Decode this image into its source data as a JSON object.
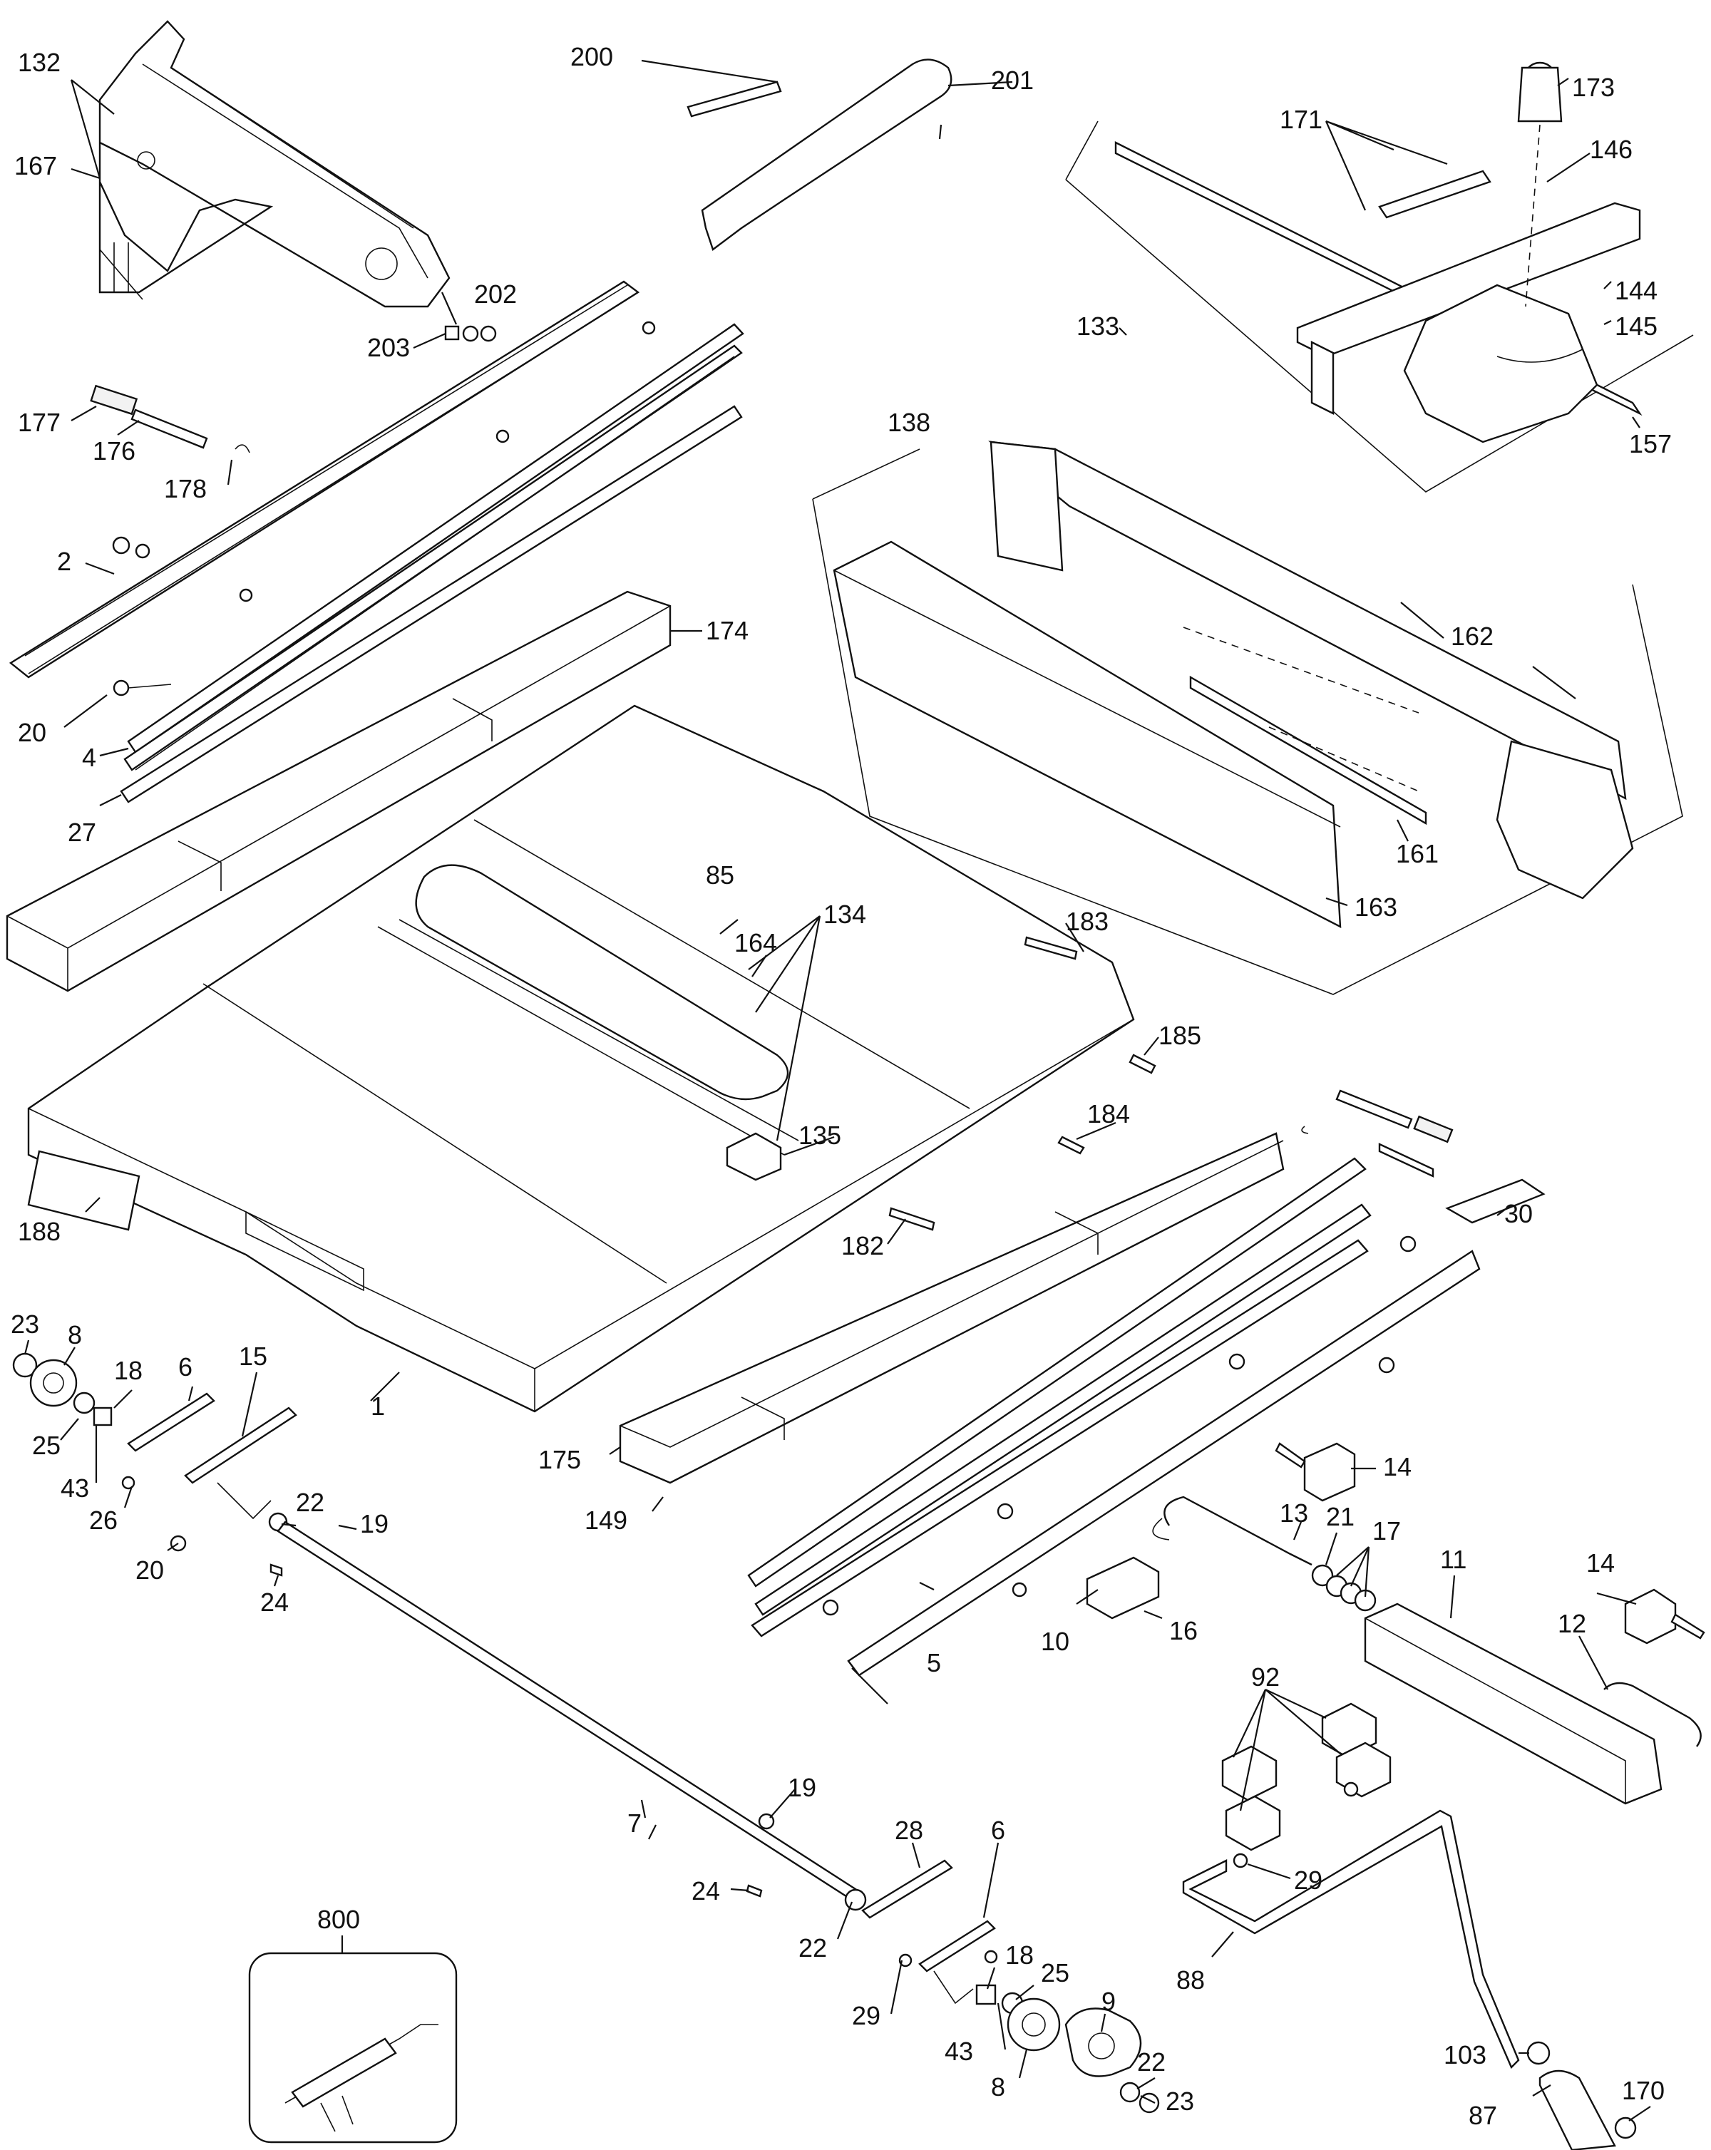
{
  "diagram": {
    "type": "exploded-parts-diagram",
    "labels": {
      "1": "1",
      "2": "2",
      "4": "4",
      "5": "5",
      "6a": "6",
      "6b": "6",
      "7": "7",
      "8a": "8",
      "8b": "8",
      "9": "9",
      "10": "10",
      "11": "11",
      "12": "12",
      "13": "13",
      "14a": "14",
      "14b": "14",
      "15": "15",
      "16": "16",
      "17": "17",
      "18a": "18",
      "18b": "18",
      "19a": "19",
      "19b": "19",
      "20a": "20",
      "20b": "20",
      "21": "21",
      "22a": "22",
      "22b": "22",
      "22c": "22",
      "23a": "23",
      "23b": "23",
      "24a": "24",
      "24b": "24",
      "25a": "25",
      "25b": "25",
      "26": "26",
      "27": "27",
      "28": "28",
      "29a": "29",
      "29b": "29",
      "30": "30",
      "43a": "43",
      "43b": "43",
      "85": "85",
      "87": "87",
      "88": "88",
      "92": "92",
      "103": "103",
      "132": "132",
      "133": "133",
      "134": "134",
      "135": "135",
      "138": "138",
      "144": "144",
      "145": "145",
      "146": "146",
      "149": "149",
      "157": "157",
      "161": "161",
      "162": "162",
      "163": "163",
      "164": "164",
      "167": "167",
      "170": "170",
      "171": "171",
      "173": "173",
      "174": "174",
      "175": "175",
      "176": "176",
      "177": "177",
      "178": "178",
      "182": "182",
      "183": "183",
      "184": "184",
      "185": "185",
      "188": "188",
      "200": "200",
      "201": "201",
      "202": "202",
      "203": "203",
      "800": "800"
    }
  }
}
